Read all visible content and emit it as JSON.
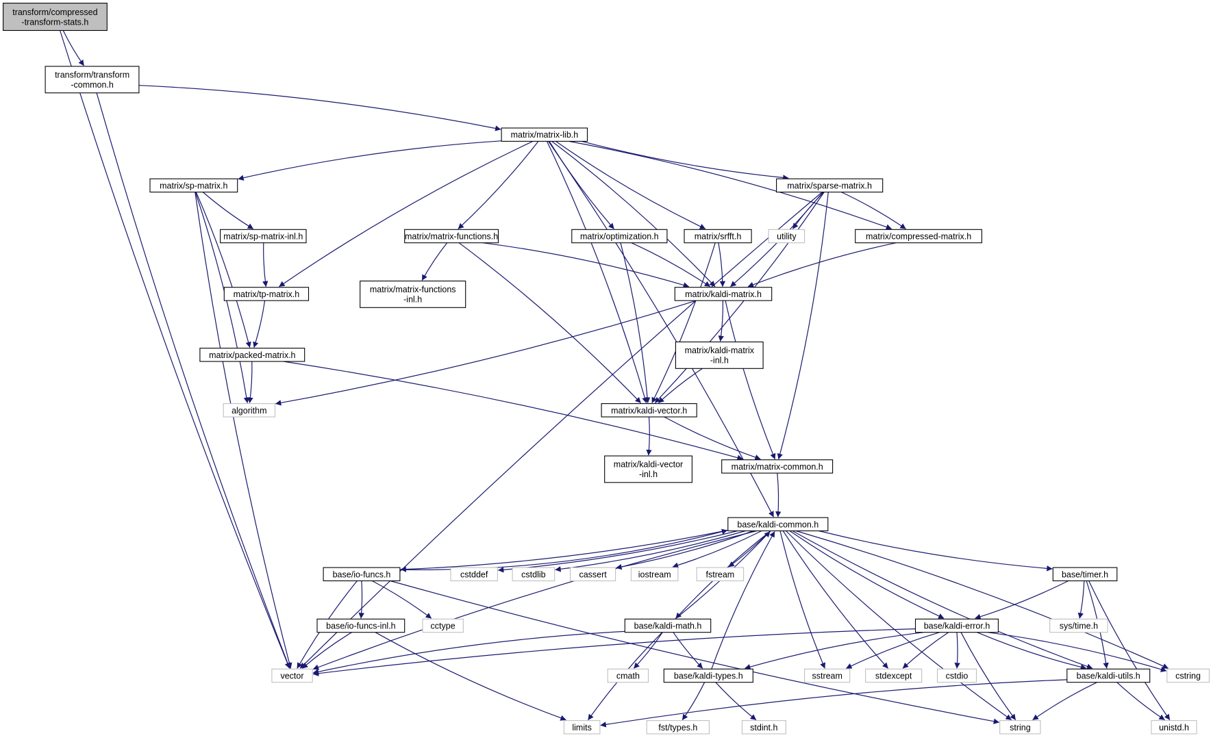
{
  "colors": {
    "edge": "#191970",
    "node_border": "#000000",
    "system_border": "#bfbfbf",
    "root_fill": "#bfbfbf",
    "node_fill": "#ffffff",
    "system_text": "#404040"
  },
  "nodes": [
    {
      "id": "root",
      "lines": [
        "transform/compressed",
        "-transform-stats.h"
      ],
      "kind": "root"
    },
    {
      "id": "tcommon",
      "lines": [
        "transform/transform",
        "-common.h"
      ],
      "kind": "header"
    },
    {
      "id": "mlib",
      "lines": [
        "matrix/matrix-lib.h"
      ],
      "kind": "header"
    },
    {
      "id": "sp",
      "lines": [
        "matrix/sp-matrix.h"
      ],
      "kind": "header"
    },
    {
      "id": "sparse",
      "lines": [
        "matrix/sparse-matrix.h"
      ],
      "kind": "header"
    },
    {
      "id": "utility",
      "lines": [
        "utility"
      ],
      "kind": "system"
    },
    {
      "id": "spinl",
      "lines": [
        "matrix/sp-matrix-inl.h"
      ],
      "kind": "header"
    },
    {
      "id": "mfunc",
      "lines": [
        "matrix/matrix-functions.h"
      ],
      "kind": "header"
    },
    {
      "id": "optim",
      "lines": [
        "matrix/optimization.h"
      ],
      "kind": "header"
    },
    {
      "id": "srfft",
      "lines": [
        "matrix/srfft.h"
      ],
      "kind": "header"
    },
    {
      "id": "compressed",
      "lines": [
        "matrix/compressed-matrix.h"
      ],
      "kind": "header"
    },
    {
      "id": "mfuncinl",
      "lines": [
        "matrix/matrix-functions",
        "-inl.h"
      ],
      "kind": "header"
    },
    {
      "id": "tp",
      "lines": [
        "matrix/tp-matrix.h"
      ],
      "kind": "header"
    },
    {
      "id": "kmatrix",
      "lines": [
        "matrix/kaldi-matrix.h"
      ],
      "kind": "header"
    },
    {
      "id": "packed",
      "lines": [
        "matrix/packed-matrix.h"
      ],
      "kind": "header"
    },
    {
      "id": "kmatinl",
      "lines": [
        "matrix/kaldi-matrix",
        "-inl.h"
      ],
      "kind": "header"
    },
    {
      "id": "algorithm",
      "lines": [
        "algorithm"
      ],
      "kind": "system"
    },
    {
      "id": "kvector",
      "lines": [
        "matrix/kaldi-vector.h"
      ],
      "kind": "header"
    },
    {
      "id": "kvecinl",
      "lines": [
        "matrix/kaldi-vector",
        "-inl.h"
      ],
      "kind": "header"
    },
    {
      "id": "mcommon",
      "lines": [
        "matrix/matrix-common.h"
      ],
      "kind": "header"
    },
    {
      "id": "kcommon",
      "lines": [
        "base/kaldi-common.h"
      ],
      "kind": "header"
    },
    {
      "id": "iofuncs",
      "lines": [
        "base/io-funcs.h"
      ],
      "kind": "header"
    },
    {
      "id": "cstddef",
      "lines": [
        "cstddef"
      ],
      "kind": "system"
    },
    {
      "id": "cstdlib",
      "lines": [
        "cstdlib"
      ],
      "kind": "system"
    },
    {
      "id": "cassert",
      "lines": [
        "cassert"
      ],
      "kind": "system"
    },
    {
      "id": "iostream",
      "lines": [
        "iostream"
      ],
      "kind": "system"
    },
    {
      "id": "fstream",
      "lines": [
        "fstream"
      ],
      "kind": "system"
    },
    {
      "id": "timer",
      "lines": [
        "base/timer.h"
      ],
      "kind": "header"
    },
    {
      "id": "iofinl",
      "lines": [
        "base/io-funcs-inl.h"
      ],
      "kind": "header"
    },
    {
      "id": "cctype",
      "lines": [
        "cctype"
      ],
      "kind": "system"
    },
    {
      "id": "kmath",
      "lines": [
        "base/kaldi-math.h"
      ],
      "kind": "header"
    },
    {
      "id": "kerror",
      "lines": [
        "base/kaldi-error.h"
      ],
      "kind": "header"
    },
    {
      "id": "systime",
      "lines": [
        "sys/time.h"
      ],
      "kind": "system"
    },
    {
      "id": "vector",
      "lines": [
        "vector"
      ],
      "kind": "system"
    },
    {
      "id": "cmath",
      "lines": [
        "cmath"
      ],
      "kind": "system"
    },
    {
      "id": "ktypes",
      "lines": [
        "base/kaldi-types.h"
      ],
      "kind": "header"
    },
    {
      "id": "sstream",
      "lines": [
        "sstream"
      ],
      "kind": "system"
    },
    {
      "id": "stdexcept",
      "lines": [
        "stdexcept"
      ],
      "kind": "system"
    },
    {
      "id": "cstdio",
      "lines": [
        "cstdio"
      ],
      "kind": "system"
    },
    {
      "id": "kutils",
      "lines": [
        "base/kaldi-utils.h"
      ],
      "kind": "header"
    },
    {
      "id": "cstring",
      "lines": [
        "cstring"
      ],
      "kind": "system"
    },
    {
      "id": "limits",
      "lines": [
        "limits"
      ],
      "kind": "system"
    },
    {
      "id": "fsttypes",
      "lines": [
        "fst/types.h"
      ],
      "kind": "system"
    },
    {
      "id": "stdint",
      "lines": [
        "stdint.h"
      ],
      "kind": "system"
    },
    {
      "id": "string",
      "lines": [
        "string"
      ],
      "kind": "system"
    },
    {
      "id": "unistd",
      "lines": [
        "unistd.h"
      ],
      "kind": "system"
    }
  ],
  "edges": [
    [
      "root",
      "tcommon"
    ],
    [
      "root",
      "vector"
    ],
    [
      "tcommon",
      "mlib"
    ],
    [
      "tcommon",
      "vector"
    ],
    [
      "mlib",
      "sp"
    ],
    [
      "mlib",
      "sparse"
    ],
    [
      "mlib",
      "mfunc"
    ],
    [
      "mlib",
      "optim"
    ],
    [
      "mlib",
      "srfft"
    ],
    [
      "mlib",
      "compressed"
    ],
    [
      "mlib",
      "tp"
    ],
    [
      "mlib",
      "kmatrix"
    ],
    [
      "mlib",
      "kvector"
    ],
    [
      "mlib",
      "kcommon"
    ],
    [
      "sp",
      "spinl"
    ],
    [
      "sp",
      "packed"
    ],
    [
      "sp",
      "algorithm"
    ],
    [
      "sp",
      "vector"
    ],
    [
      "spinl",
      "tp"
    ],
    [
      "tp",
      "packed"
    ],
    [
      "packed",
      "algorithm"
    ],
    [
      "packed",
      "mcommon"
    ],
    [
      "sparse",
      "utility"
    ],
    [
      "sparse",
      "compressed"
    ],
    [
      "sparse",
      "kmatrix"
    ],
    [
      "sparse",
      "kvector"
    ],
    [
      "sparse",
      "mcommon"
    ],
    [
      "sparse",
      "vector"
    ],
    [
      "mfunc",
      "mfuncinl"
    ],
    [
      "mfunc",
      "kmatrix"
    ],
    [
      "mfunc",
      "kvector"
    ],
    [
      "optim",
      "kmatrix"
    ],
    [
      "optim",
      "kvector"
    ],
    [
      "srfft",
      "kmatrix"
    ],
    [
      "srfft",
      "kvector"
    ],
    [
      "compressed",
      "kmatrix"
    ],
    [
      "kmatrix",
      "kmatinl"
    ],
    [
      "kmatrix",
      "algorithm"
    ],
    [
      "kmatrix",
      "mcommon"
    ],
    [
      "kmatinl",
      "kvector"
    ],
    [
      "kvector",
      "kvecinl"
    ],
    [
      "kvector",
      "mcommon"
    ],
    [
      "mcommon",
      "kcommon"
    ],
    [
      "kcommon",
      "iofuncs"
    ],
    [
      "kcommon",
      "cstddef"
    ],
    [
      "kcommon",
      "cstdlib"
    ],
    [
      "kcommon",
      "cassert"
    ],
    [
      "kcommon",
      "iostream"
    ],
    [
      "kcommon",
      "fstream"
    ],
    [
      "kcommon",
      "timer"
    ],
    [
      "kcommon",
      "kmath"
    ],
    [
      "kcommon",
      "kerror"
    ],
    [
      "kcommon",
      "vector"
    ],
    [
      "kcommon",
      "sstream"
    ],
    [
      "kcommon",
      "stdexcept"
    ],
    [
      "kcommon",
      "kutils"
    ],
    [
      "kcommon",
      "cstring"
    ],
    [
      "kcommon",
      "string"
    ],
    [
      "iofuncs",
      "kcommon"
    ],
    [
      "iofuncs",
      "iofinl"
    ],
    [
      "iofuncs",
      "cctype"
    ],
    [
      "iofuncs",
      "vector"
    ],
    [
      "iofuncs",
      "string"
    ],
    [
      "iofinl",
      "vector"
    ],
    [
      "iofinl",
      "limits"
    ],
    [
      "kmath",
      "kcommon"
    ],
    [
      "kmath",
      "vector"
    ],
    [
      "kmath",
      "cmath"
    ],
    [
      "kmath",
      "ktypes"
    ],
    [
      "kmath",
      "limits"
    ],
    [
      "ktypes",
      "kcommon"
    ],
    [
      "ktypes",
      "fsttypes"
    ],
    [
      "ktypes",
      "stdint"
    ],
    [
      "timer",
      "kerror"
    ],
    [
      "timer",
      "systime"
    ],
    [
      "timer",
      "kutils"
    ],
    [
      "timer",
      "unistd"
    ],
    [
      "kerror",
      "vector"
    ],
    [
      "kerror",
      "ktypes"
    ],
    [
      "kerror",
      "sstream"
    ],
    [
      "kerror",
      "stdexcept"
    ],
    [
      "kerror",
      "cstdio"
    ],
    [
      "kerror",
      "kutils"
    ],
    [
      "kerror",
      "cstring"
    ],
    [
      "kerror",
      "string"
    ],
    [
      "kutils",
      "limits"
    ],
    [
      "kutils",
      "string"
    ],
    [
      "kutils",
      "unistd"
    ]
  ]
}
